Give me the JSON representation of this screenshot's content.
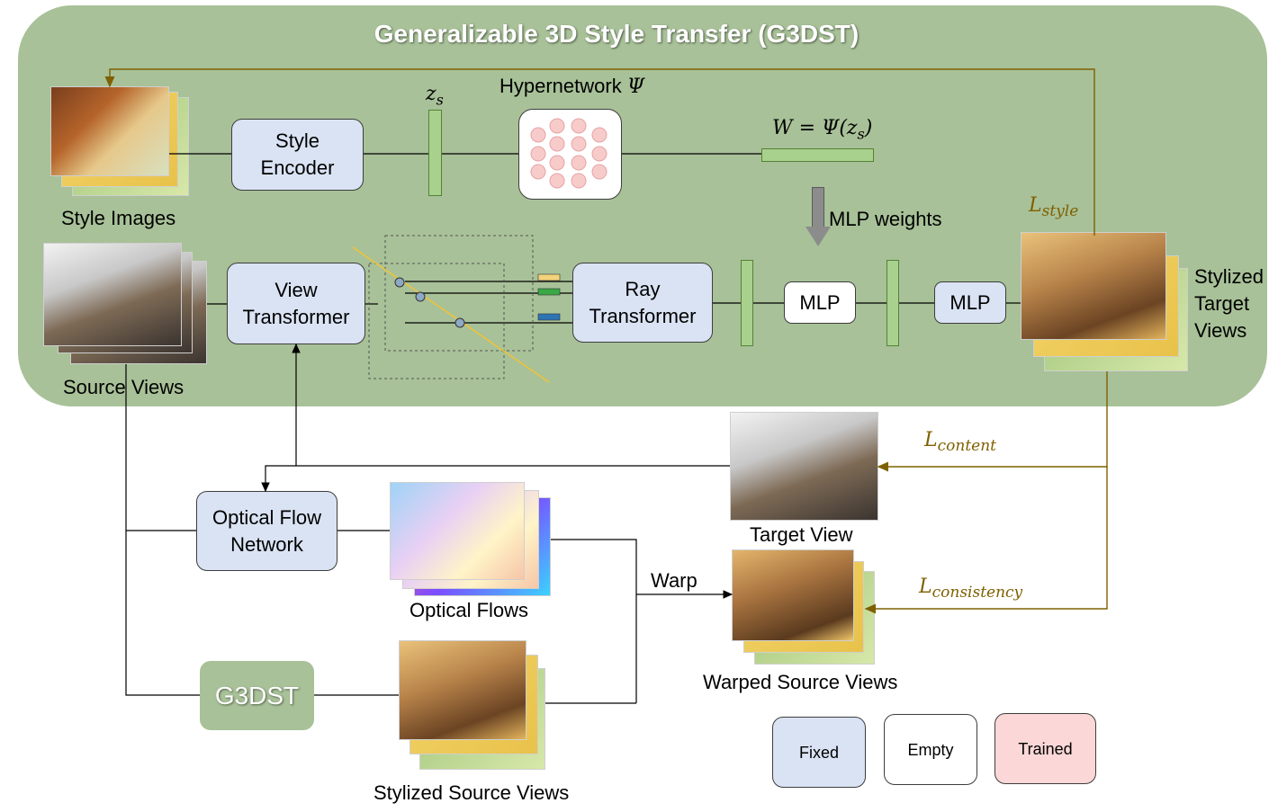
{
  "title": "Generalizable 3D Style Transfer (G3DST)",
  "labels": {
    "style_images": "Style Images",
    "source_views": "Source Views",
    "hypernetwork_text": "Hypernetwork ",
    "hypernetwork_symbol": "Ψ",
    "zs_main": "z",
    "zs_sub": "s",
    "w_formula": "W = Ψ(z",
    "w_formula_sub": "s",
    "w_formula_end": ")",
    "mlp_weights": "MLP weights",
    "stylized_target_views": [
      "Stylized",
      "Target",
      "Views"
    ],
    "target_view": "Target View",
    "warped_source_views": "Warped Source Views",
    "optical_flows": "Optical Flows",
    "stylized_source_views": "Stylized Source Views",
    "warp": "Warp"
  },
  "boxes": {
    "style_encoder": [
      "Style",
      "Encoder"
    ],
    "view_transformer": [
      "View",
      "Transformer"
    ],
    "ray_transformer": [
      "Ray",
      "Transformer"
    ],
    "mlp1": "MLP",
    "mlp2": "MLP",
    "optical_flow_network": [
      "Optical Flow",
      "Network"
    ],
    "g3dst": "G3DST"
  },
  "losses": {
    "style": {
      "main": "L",
      "sub": "style"
    },
    "content": {
      "main": "L",
      "sub": "content"
    },
    "consistency": {
      "main": "L",
      "sub": "consistency"
    }
  },
  "legend": {
    "fixed": "Fixed",
    "empty": "Empty",
    "trained": "Trained"
  },
  "colors": {
    "panel": "#a8c198",
    "fixed": "#dae3f3",
    "empty": "#ffffff",
    "trained": "#fbd7d7",
    "loss_arrow": "#7f6000",
    "vector": "#a9d18e",
    "neuron": "#f8cbcb"
  }
}
